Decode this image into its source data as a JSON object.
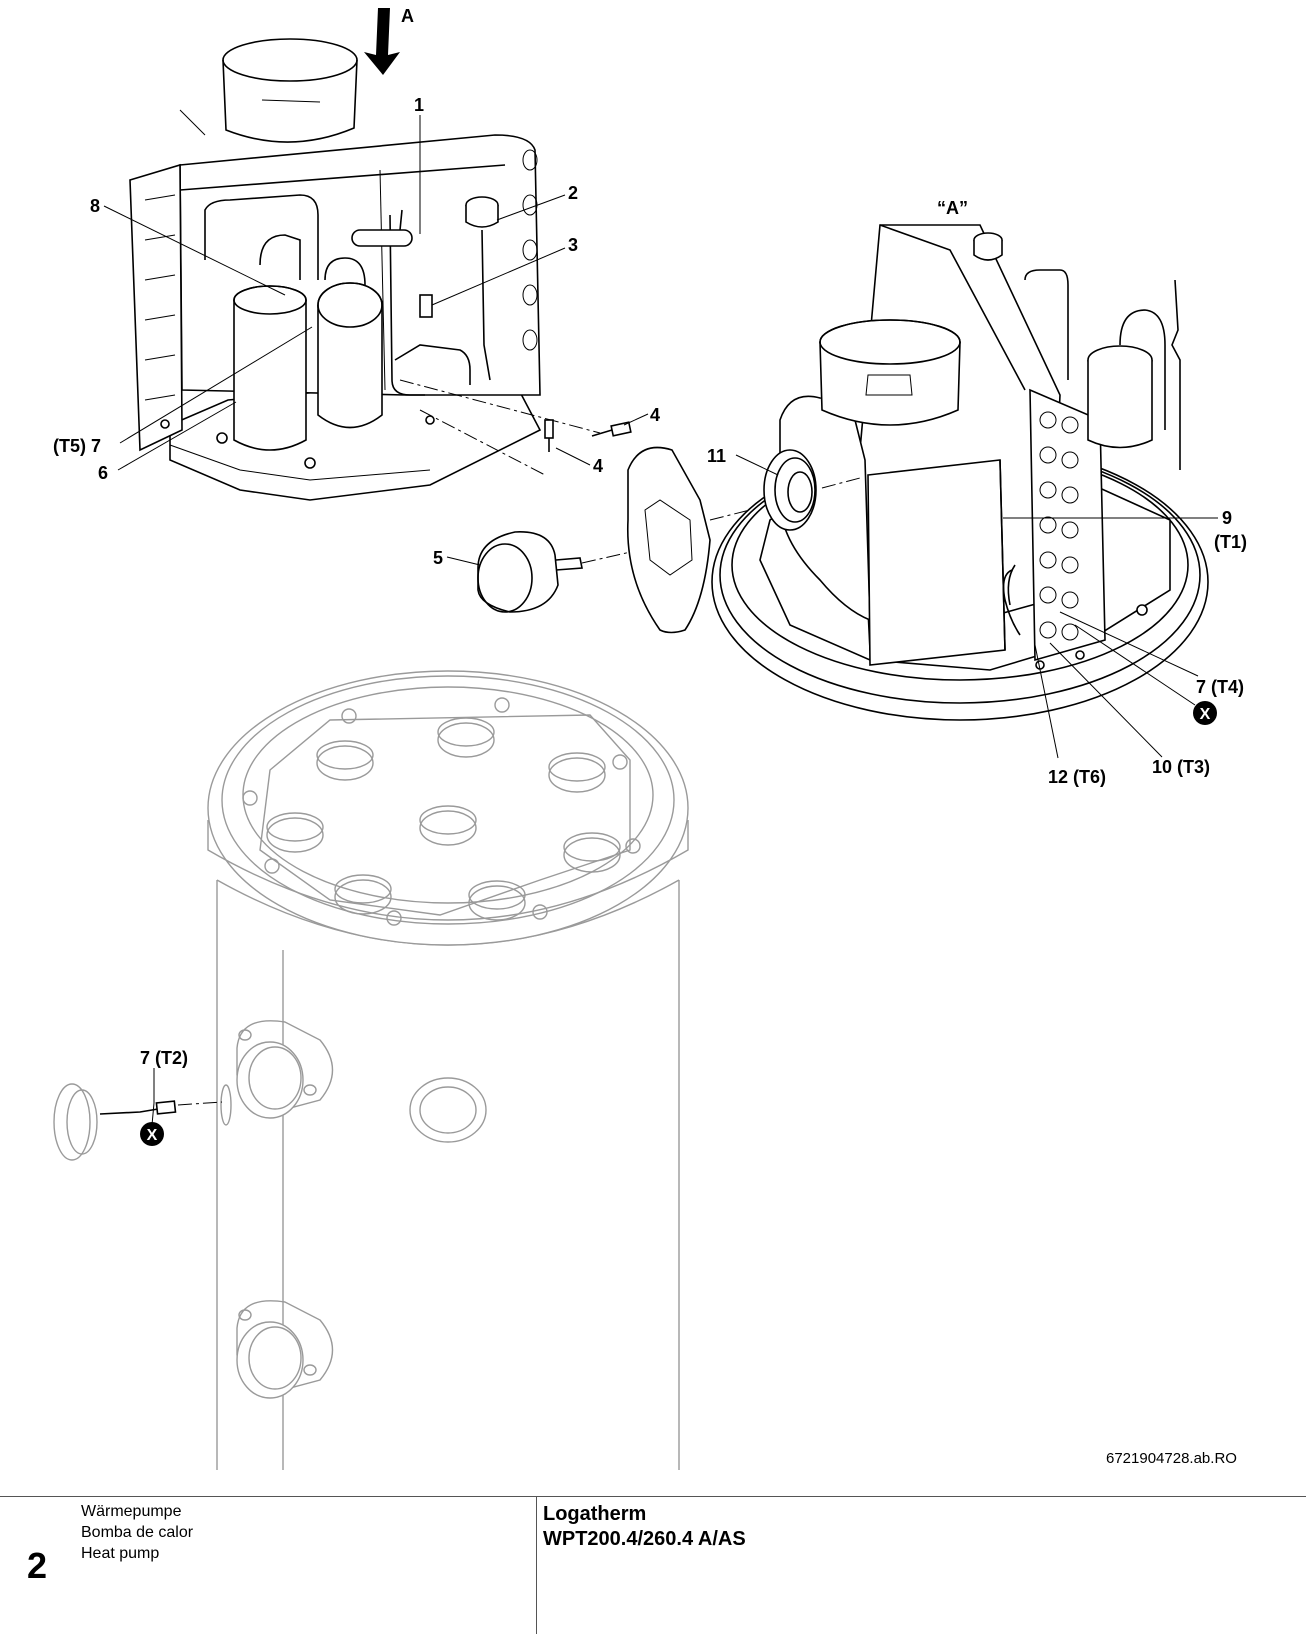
{
  "figure": {
    "view_labels": {
      "arrow_label": "A",
      "view_label": "“A”"
    },
    "callouts": [
      {
        "id": "c1",
        "text": "1"
      },
      {
        "id": "c2",
        "text": "2"
      },
      {
        "id": "c3",
        "text": "3"
      },
      {
        "id": "c4a",
        "text": "4"
      },
      {
        "id": "c4b",
        "text": "4"
      },
      {
        "id": "c5",
        "text": "5"
      },
      {
        "id": "c6",
        "text": "6"
      },
      {
        "id": "c7t5",
        "text": "(T5) 7"
      },
      {
        "id": "c8",
        "text": "8"
      },
      {
        "id": "c9",
        "text": "9"
      },
      {
        "id": "c9t1",
        "text": "(T1)"
      },
      {
        "id": "c11",
        "text": "11"
      },
      {
        "id": "c7t4",
        "text": "7 (T4)"
      },
      {
        "id": "c10t3",
        "text": "10 (T3)"
      },
      {
        "id": "c12t6",
        "text": "12 (T6)"
      },
      {
        "id": "c7t2",
        "text": "7 (T2)"
      }
    ],
    "marker_x": "X",
    "drawing_number": "6721904728.ab.RO"
  },
  "footer": {
    "page_number": "2",
    "lines": [
      "Wärmepumpe",
      "Bomba de calor",
      "Heat pump"
    ],
    "product_line1": "Logatherm",
    "product_line2": "WPT200.4/260.4 A/AS"
  }
}
